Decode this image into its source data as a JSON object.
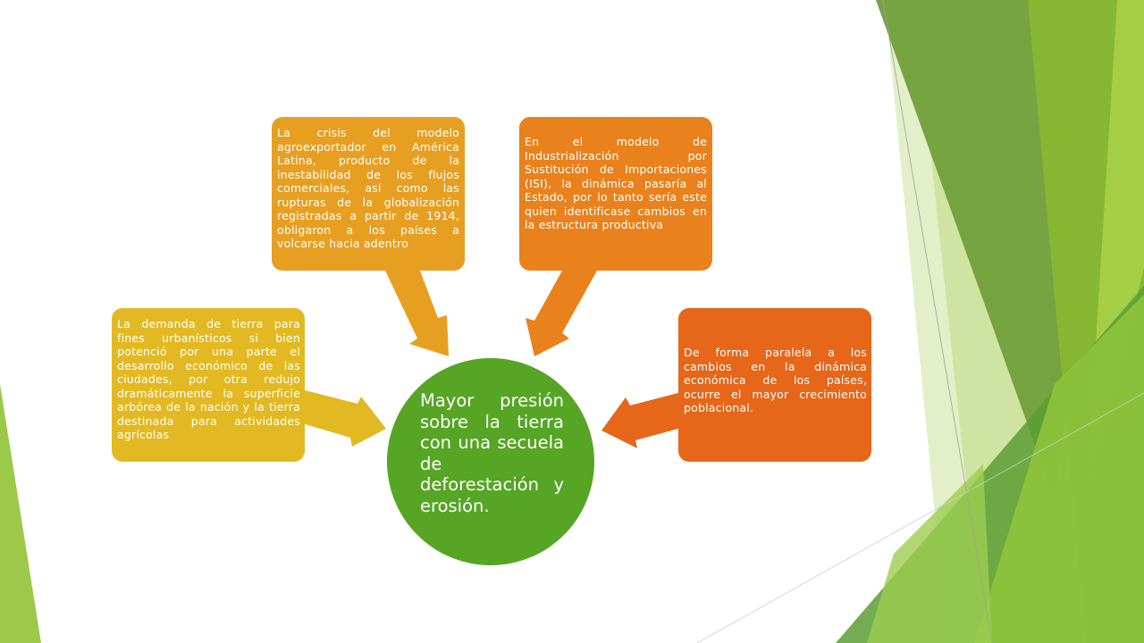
{
  "colors": {
    "box_left": "#e2b922",
    "box_top1": "#e79f22",
    "box_top2": "#e9811d",
    "box_right": "#e6661a",
    "center": "#56a525",
    "decor_light": "#d6e8b0",
    "decor_mid": "#8fc13a",
    "decor_dark": "#5b9a2f"
  },
  "diagram": {
    "center_text": "Mayor presión sobre la tierra con una secuela de deforestación y erosión.",
    "nodes": [
      {
        "id": "left",
        "text": "La demanda de tierra para fines urbanísticos si bien potenció por una parte el desarrollo económico de las ciudades, por otra redujo dramáticamente la superficie arbórea de la nación y la tierra destinada para actividades agrícolas"
      },
      {
        "id": "top1",
        "text": "La crisis del modelo agroexportador en América Latina, producto de la inestabilidad de los flujos comerciales, así como las rupturas de la globalización registradas a partir de 1914, obligaron a los países a volcarse hacia adentro"
      },
      {
        "id": "top2",
        "text": "En el modelo de Industrialización por Sustitución de Importaciones (ISI), la dinámica pasaría al Estado, por lo tanto sería este quien identificase cambios en la estructura productiva"
      },
      {
        "id": "right",
        "text": "De forma paralela a los cambios en la dinámica económica de los países, ocurre el mayor crecimiento poblacional."
      }
    ]
  }
}
